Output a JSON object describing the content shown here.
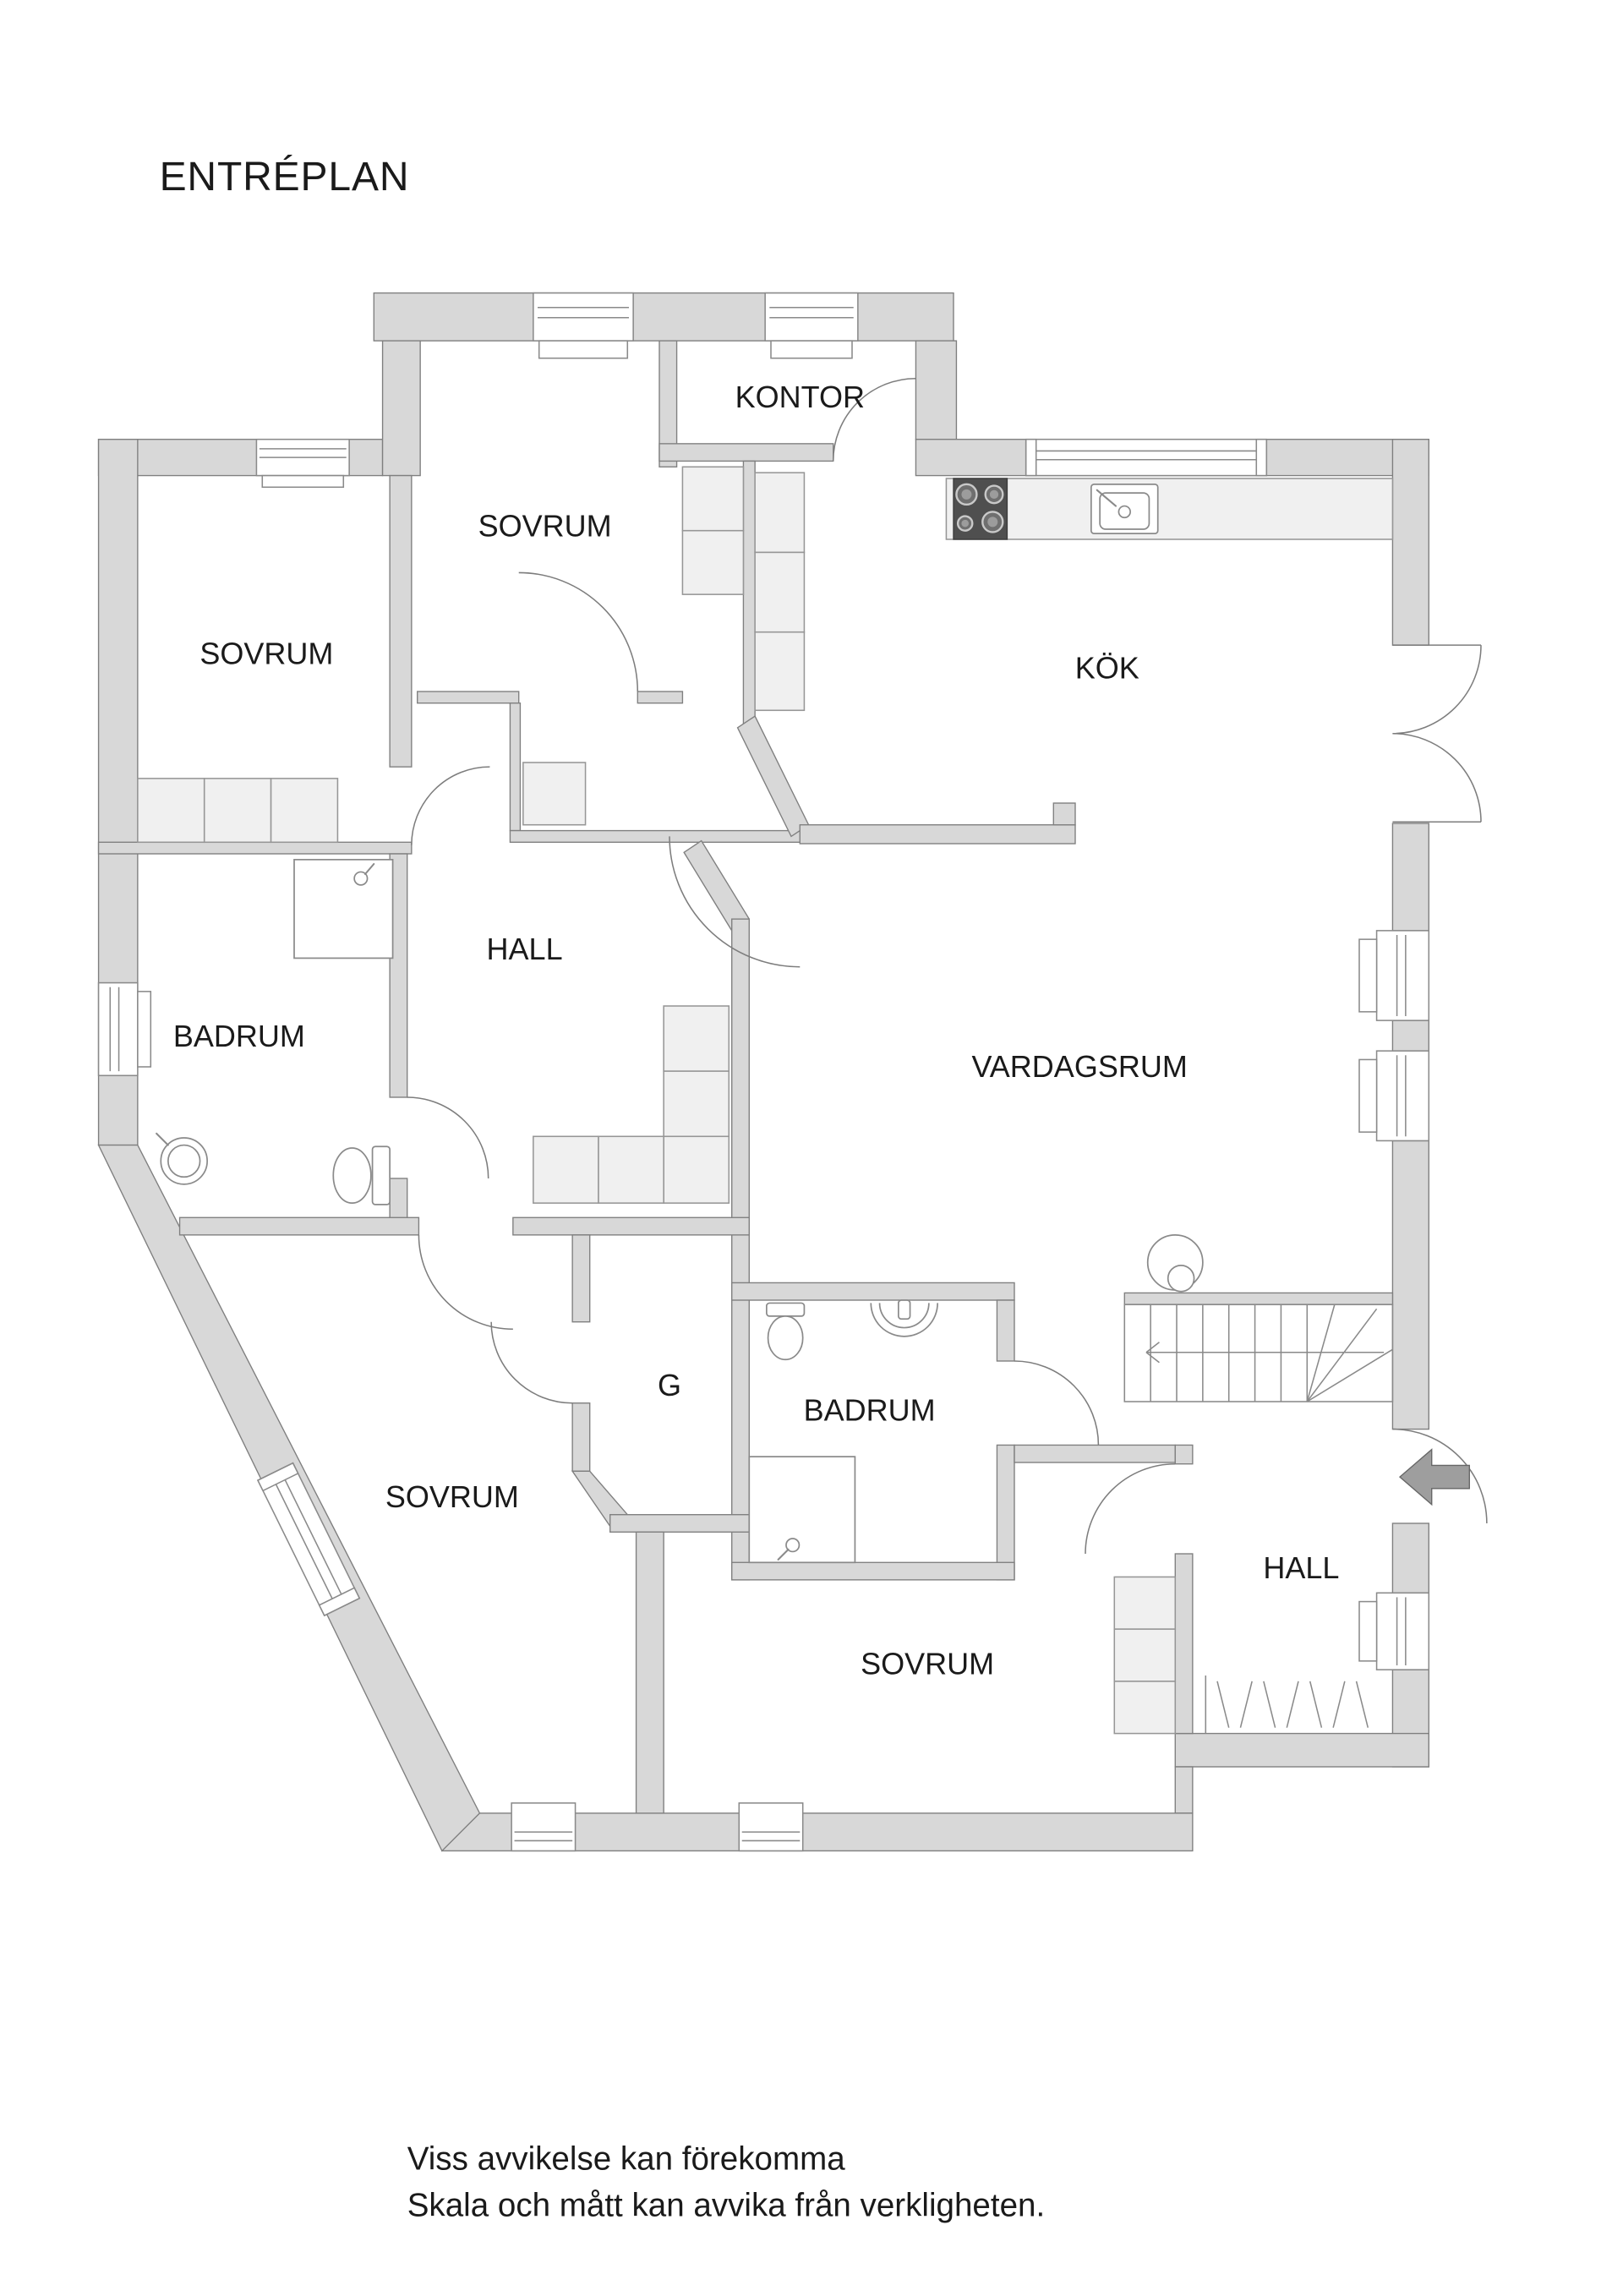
{
  "title": "ENTRÉPLAN",
  "rooms": {
    "sovrum_top_left": "SOVRUM",
    "sovrum_top_mid": "SOVRUM",
    "kontor": "KONTOR",
    "kok": "KÖK",
    "badrum_left": "BADRUM",
    "hall_center": "HALL",
    "vardagsrum": "VARDAGSRUM",
    "sovrum_bottom_left": "SOVRUM",
    "g_closet": "G",
    "badrum_mid": "BADRUM",
    "sovrum_bottom_mid": "SOVRUM",
    "hall_entry": "HALL"
  },
  "disclaimer": {
    "line1": "Viss avvikelse kan förekomma",
    "line2": "Skala och mått kan avvika från verkligheten."
  },
  "colors": {
    "wall_fill": "#d8d8d8",
    "wall_stroke": "#7f7f7f",
    "furniture_fill": "#f0f0f0",
    "stove_fill": "#4f4f4f",
    "arrow_fill": "#9e9e9e",
    "text_color": "#1a1a1a"
  }
}
